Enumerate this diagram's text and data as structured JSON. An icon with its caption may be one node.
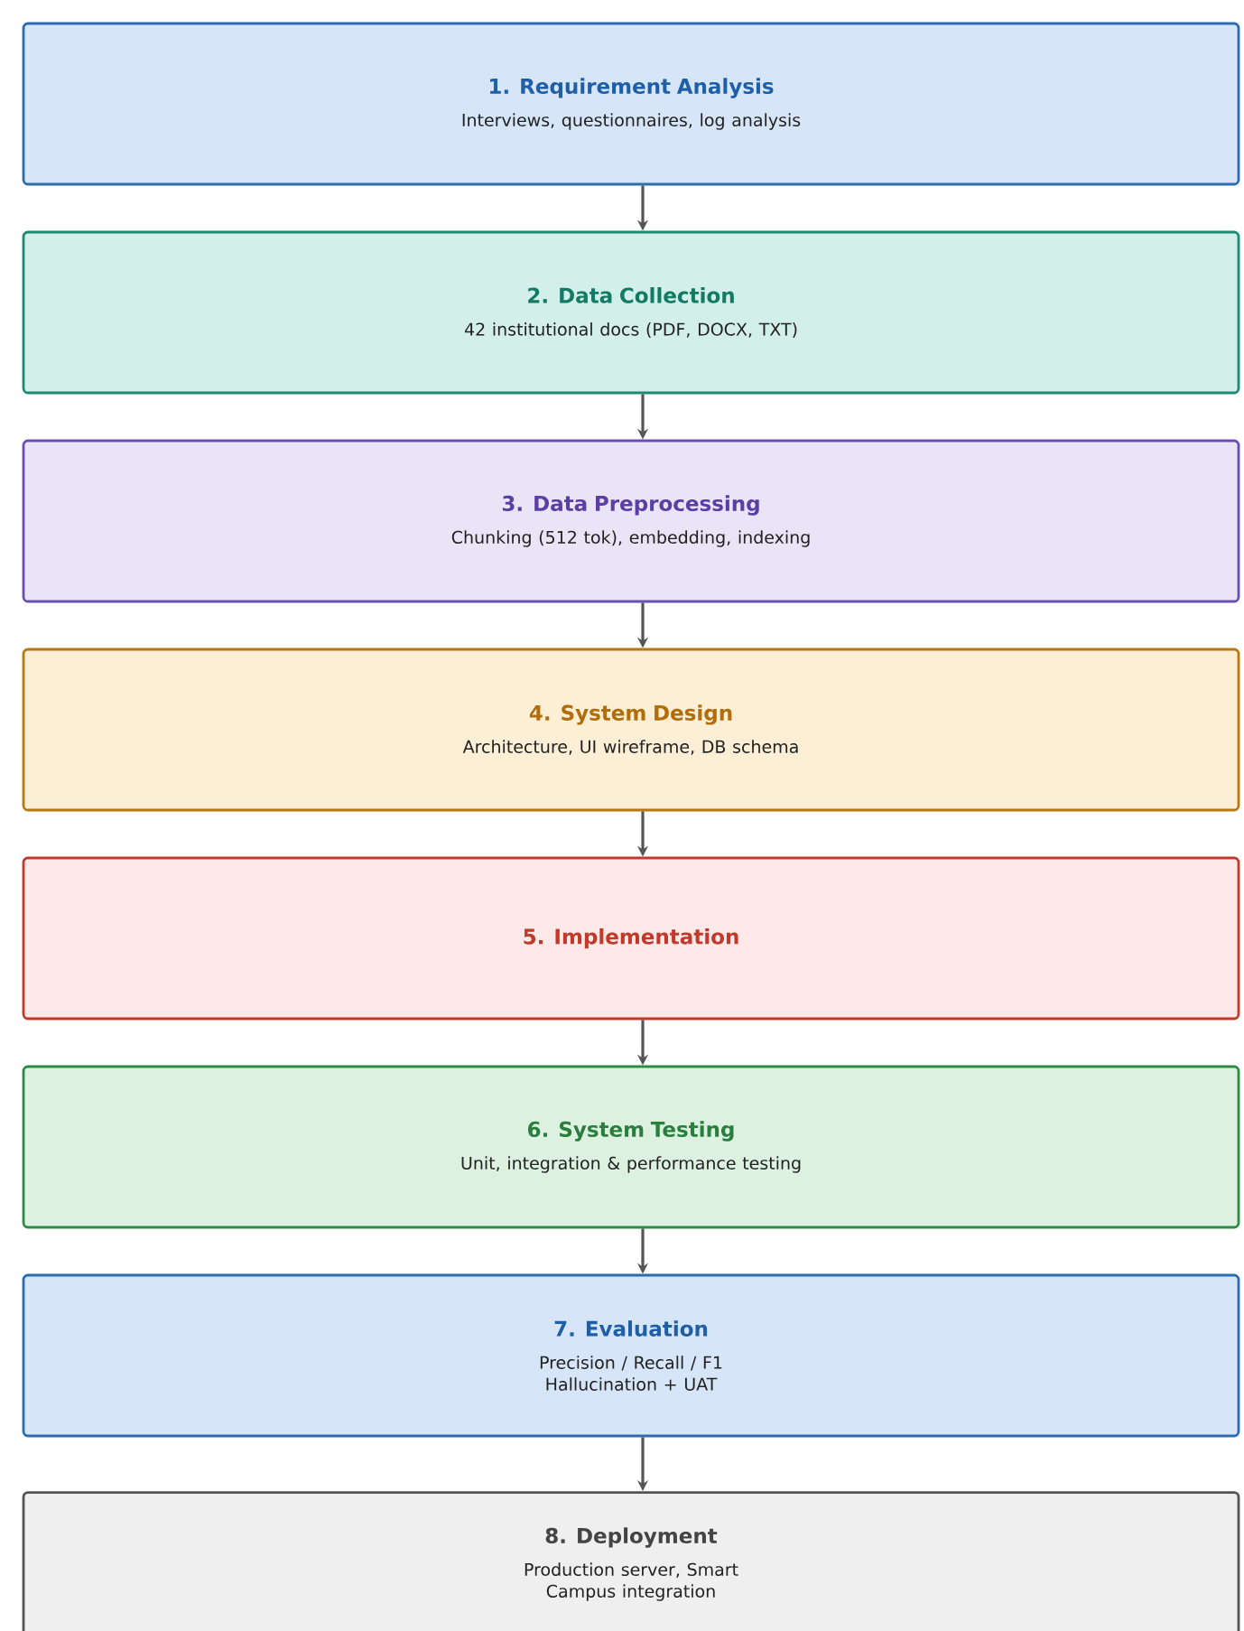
{
  "diagram": {
    "nodes": [
      {
        "text": [
          "1. Requirement Analysis",
          "Interviews, questionnaires, log analysis"
        ]
      },
      {
        "text": [
          "2. Data Collection",
          "42 institutional docs (PDF, DOCX, TXT)"
        ]
      },
      {
        "text": [
          "3. Data Preprocessing",
          "Chunking (512 tok), embedding, indexing"
        ]
      },
      {
        "text": [
          "4. System Design",
          "Architecture, UI wireframe, DB schema"
        ]
      },
      {
        "text": [
          "5. Implementation"
        ]
      },
      {
        "text": [
          "6. System Testing",
          "Unit, integration & performance testing"
        ]
      },
      {
        "text": [
          "7. Evaluation",
          "Precision / Recall / F1 Hallucination + UAT"
        ]
      },
      {
        "text": [
          "8. Deployment",
          "Production server, Smart Campus integration"
        ]
      }
    ],
    "edges": [
      {
        "from": 0,
        "to": 1,
        "arrow": "to"
      },
      {
        "from": 1,
        "to": 2,
        "arrow": "to"
      },
      {
        "from": 2,
        "to": 3,
        "arrow": "to"
      },
      {
        "from": 3,
        "to": 4,
        "arrow": "to"
      },
      {
        "from": 4,
        "to": 5,
        "arrow": "to"
      },
      {
        "from": 5,
        "to": 6,
        "arrow": "to"
      },
      {
        "from": 6,
        "to": 7,
        "arrow": "to"
      }
    ]
  }
}
